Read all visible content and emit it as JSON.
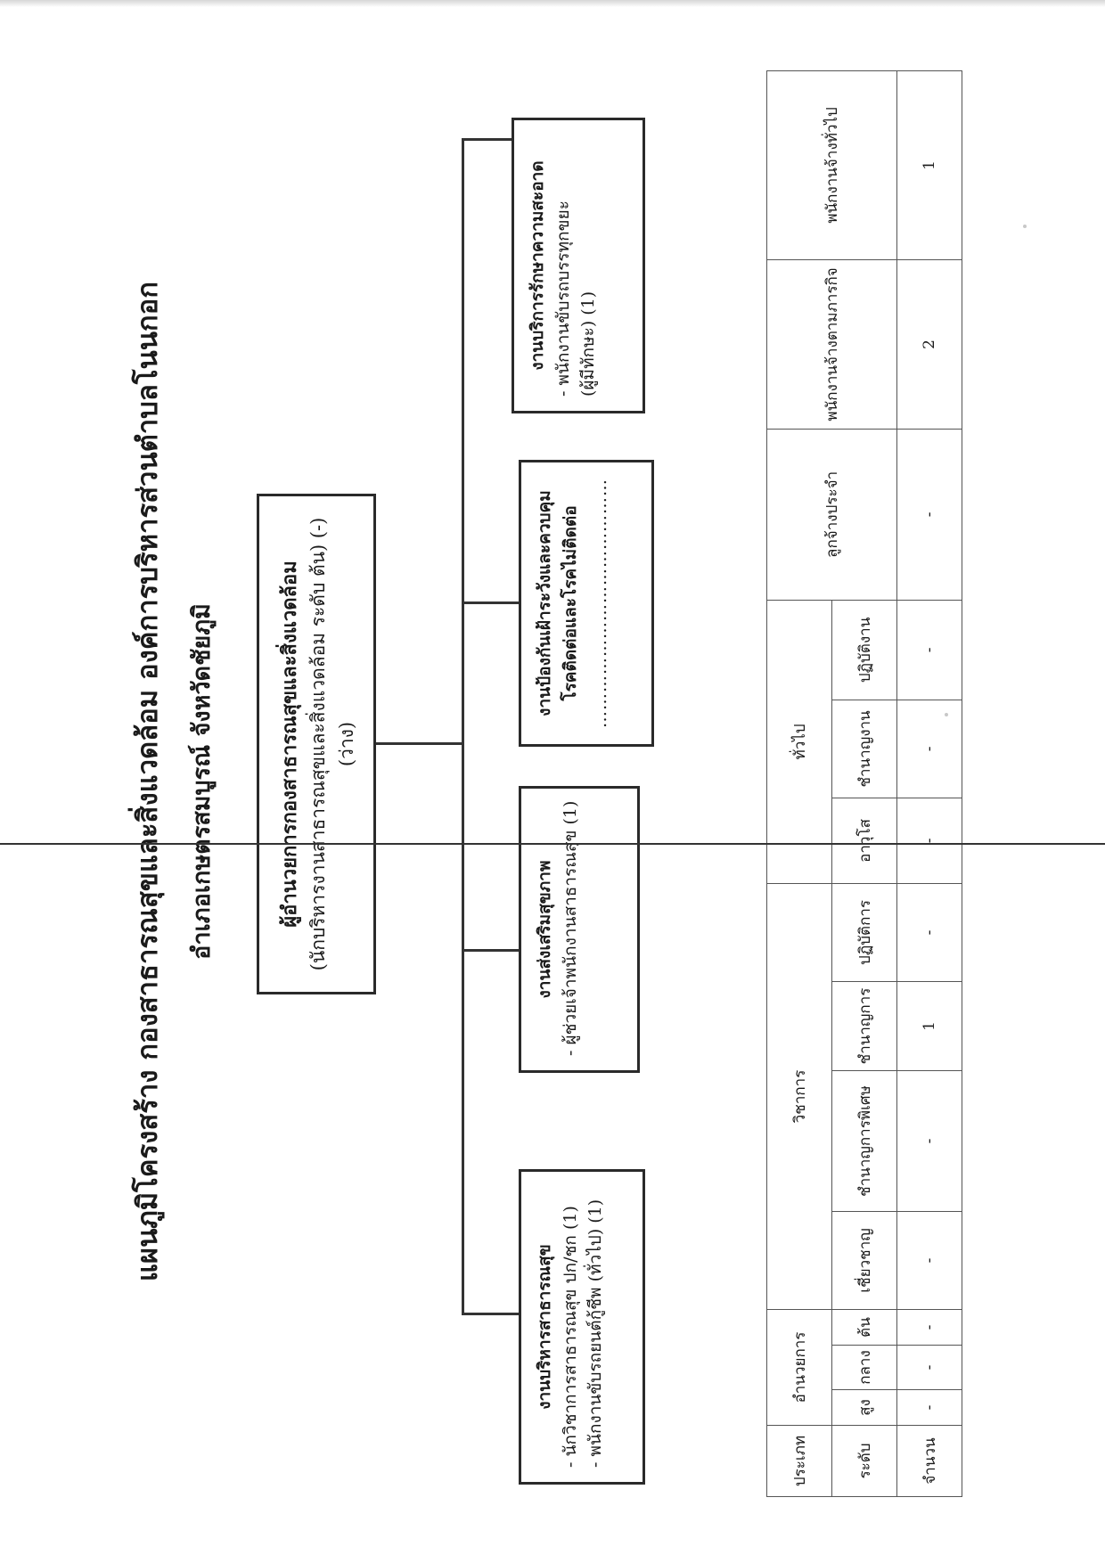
{
  "title": {
    "line1": "แผนภูมิโครงสร้าง กองสาธารณสุขและสิ่งแวดล้อม องค์การบริหารส่วนตำบลโนนกอก",
    "line2": "อำเภอเกษตรสมบูรณ์ จังหวัดชัยภูมิ"
  },
  "director": {
    "title": "ผู้อำนวยการกองสาธารณสุขและสิ่งแวดล้อม",
    "subtitle": "(นักบริหารงานสาธารณสุขและสิ่งแวดล้อม ระดับ ต้น) (-) (ว่าง)"
  },
  "units": [
    {
      "name": "งานบริหารสาธารณสุข",
      "staff": [
        "- นักวิชาการสาธารณสุข ปก/ชก (1)",
        "- พนักงานขับรถยนต์กู้ชีพ (ทั่วไป) (1)"
      ]
    },
    {
      "name": "งานส่งเสริมสุขภาพ",
      "staff": [
        "- ผู้ช่วยเจ้าพนักงานสาธารณสุข (1)"
      ]
    },
    {
      "name_line1": "งานป้องกันเฝ้าระวังและควบคุม",
      "name_line2": "โรคติดต่อและโรคไม่ติดต่อ",
      "dots": "……………………………………"
    },
    {
      "name": "งานบริการรักษาความสะอาด",
      "staff": [
        "- พนักงานขับรถบรรทุกขยะ",
        "(ผู้มีทักษะ) (1)"
      ]
    }
  ],
  "summary": {
    "type_label": "ประเภท",
    "level_label": "ระดับ",
    "count_label": "จำนวน",
    "groups": {
      "director": "อำนวยการ",
      "academic": "วิชาการ",
      "general": "ทั่วไป",
      "permanent": "ลูกจ้างประจำ",
      "mission": "พนักงานจ้างตามภารกิจ",
      "generalemp": "พนักงานจ้างทั่วไป"
    },
    "levels": [
      "สูง",
      "กลาง",
      "ต้น",
      "เชี่ยวชาญ",
      "ชำนาญการพิเศษ",
      "ชำนาญการ",
      "ปฏิบัติการ",
      "อาวุโส",
      "ชำนาญงาน",
      "ปฏิบัติงาน"
    ],
    "counts": [
      "-",
      "-",
      "-",
      "-",
      "-",
      "1",
      "-",
      "-",
      "-",
      "-"
    ],
    "permanent_count": "-",
    "mission_count": "2",
    "generalemp_count": "1"
  }
}
